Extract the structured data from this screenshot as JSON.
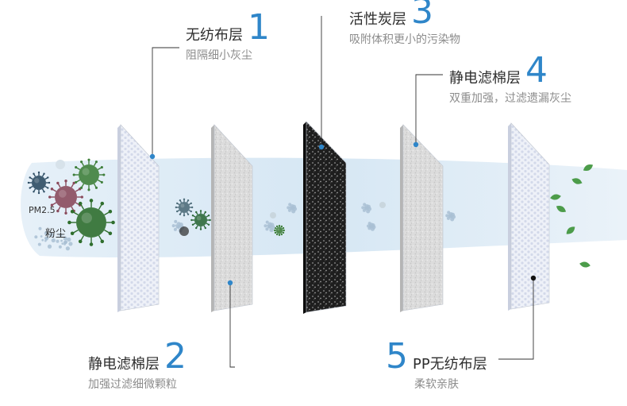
{
  "accent_color": "#2f86c9",
  "flow_color": "#d8e8f4",
  "layers": [
    {
      "number": "1",
      "title": "无纺布层",
      "subtitle": "阻隔细小灰尘",
      "material": "nonwoven"
    },
    {
      "number": "2",
      "title": "静电滤棉层",
      "subtitle": "加强过滤细微颗粒",
      "material": "cotton"
    },
    {
      "number": "3",
      "title": "活性炭层",
      "subtitle": "吸附体积更小的污染物",
      "material": "carbon"
    },
    {
      "number": "4",
      "title": "静电滤棉层",
      "subtitle": "双重加强，过滤遗漏灰尘",
      "material": "cotton"
    },
    {
      "number": "5",
      "title": "PP无纺布层",
      "subtitle": "柔软亲肤",
      "material": "nonwoven"
    }
  ],
  "particles": {
    "pm_label": "PM2.5",
    "dust_label": "粉尘"
  },
  "icons": [
    "virus-icon",
    "dust-particle-icon",
    "leaf-icon"
  ]
}
